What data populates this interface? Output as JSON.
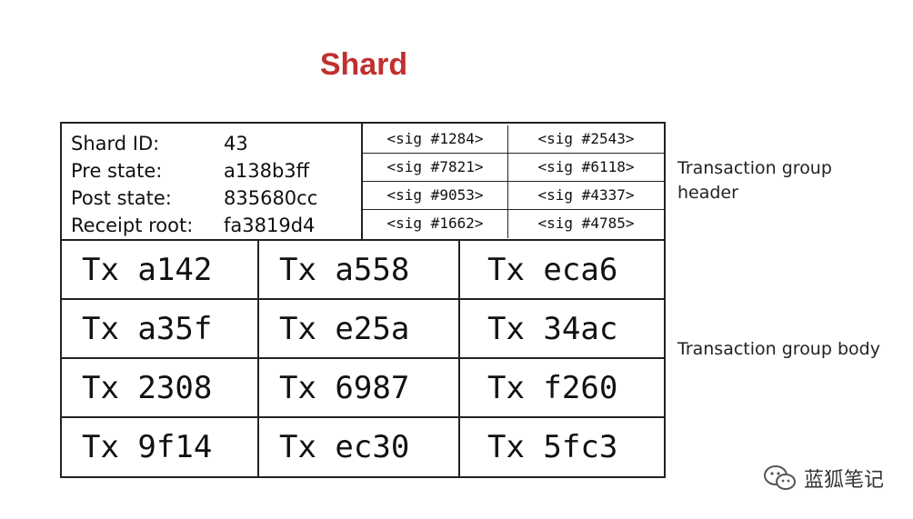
{
  "title": "Shard",
  "header": {
    "meta": [
      {
        "key": "Shard ID:",
        "value": "43"
      },
      {
        "key": "Pre state:",
        "value": "a138b3ff"
      },
      {
        "key": "Post state:",
        "value": "835680cc"
      },
      {
        "key": "Receipt root:",
        "value": "fa3819d4"
      }
    ],
    "signatures": [
      [
        "<sig #1284>",
        "<sig #2543>"
      ],
      [
        "<sig #7821>",
        "<sig #6118>"
      ],
      [
        "<sig #9053>",
        "<sig #4337>"
      ],
      [
        "<sig #1662>",
        "<sig #4785>"
      ]
    ]
  },
  "body": {
    "transactions": [
      [
        "Tx a142",
        "Tx a558",
        "Tx eca6"
      ],
      [
        "Tx a35f",
        "Tx e25a",
        "Tx 34ac"
      ],
      [
        "Tx 2308",
        "Tx 6987",
        "Tx f260"
      ],
      [
        "Tx 9f14",
        "Tx ec30",
        "Tx 5fc3"
      ]
    ]
  },
  "labels": {
    "header_label": "Transaction group header",
    "body_label": "Transaction group body"
  },
  "watermark": {
    "text": "蓝狐笔记",
    "icon": "wechat-icon"
  }
}
